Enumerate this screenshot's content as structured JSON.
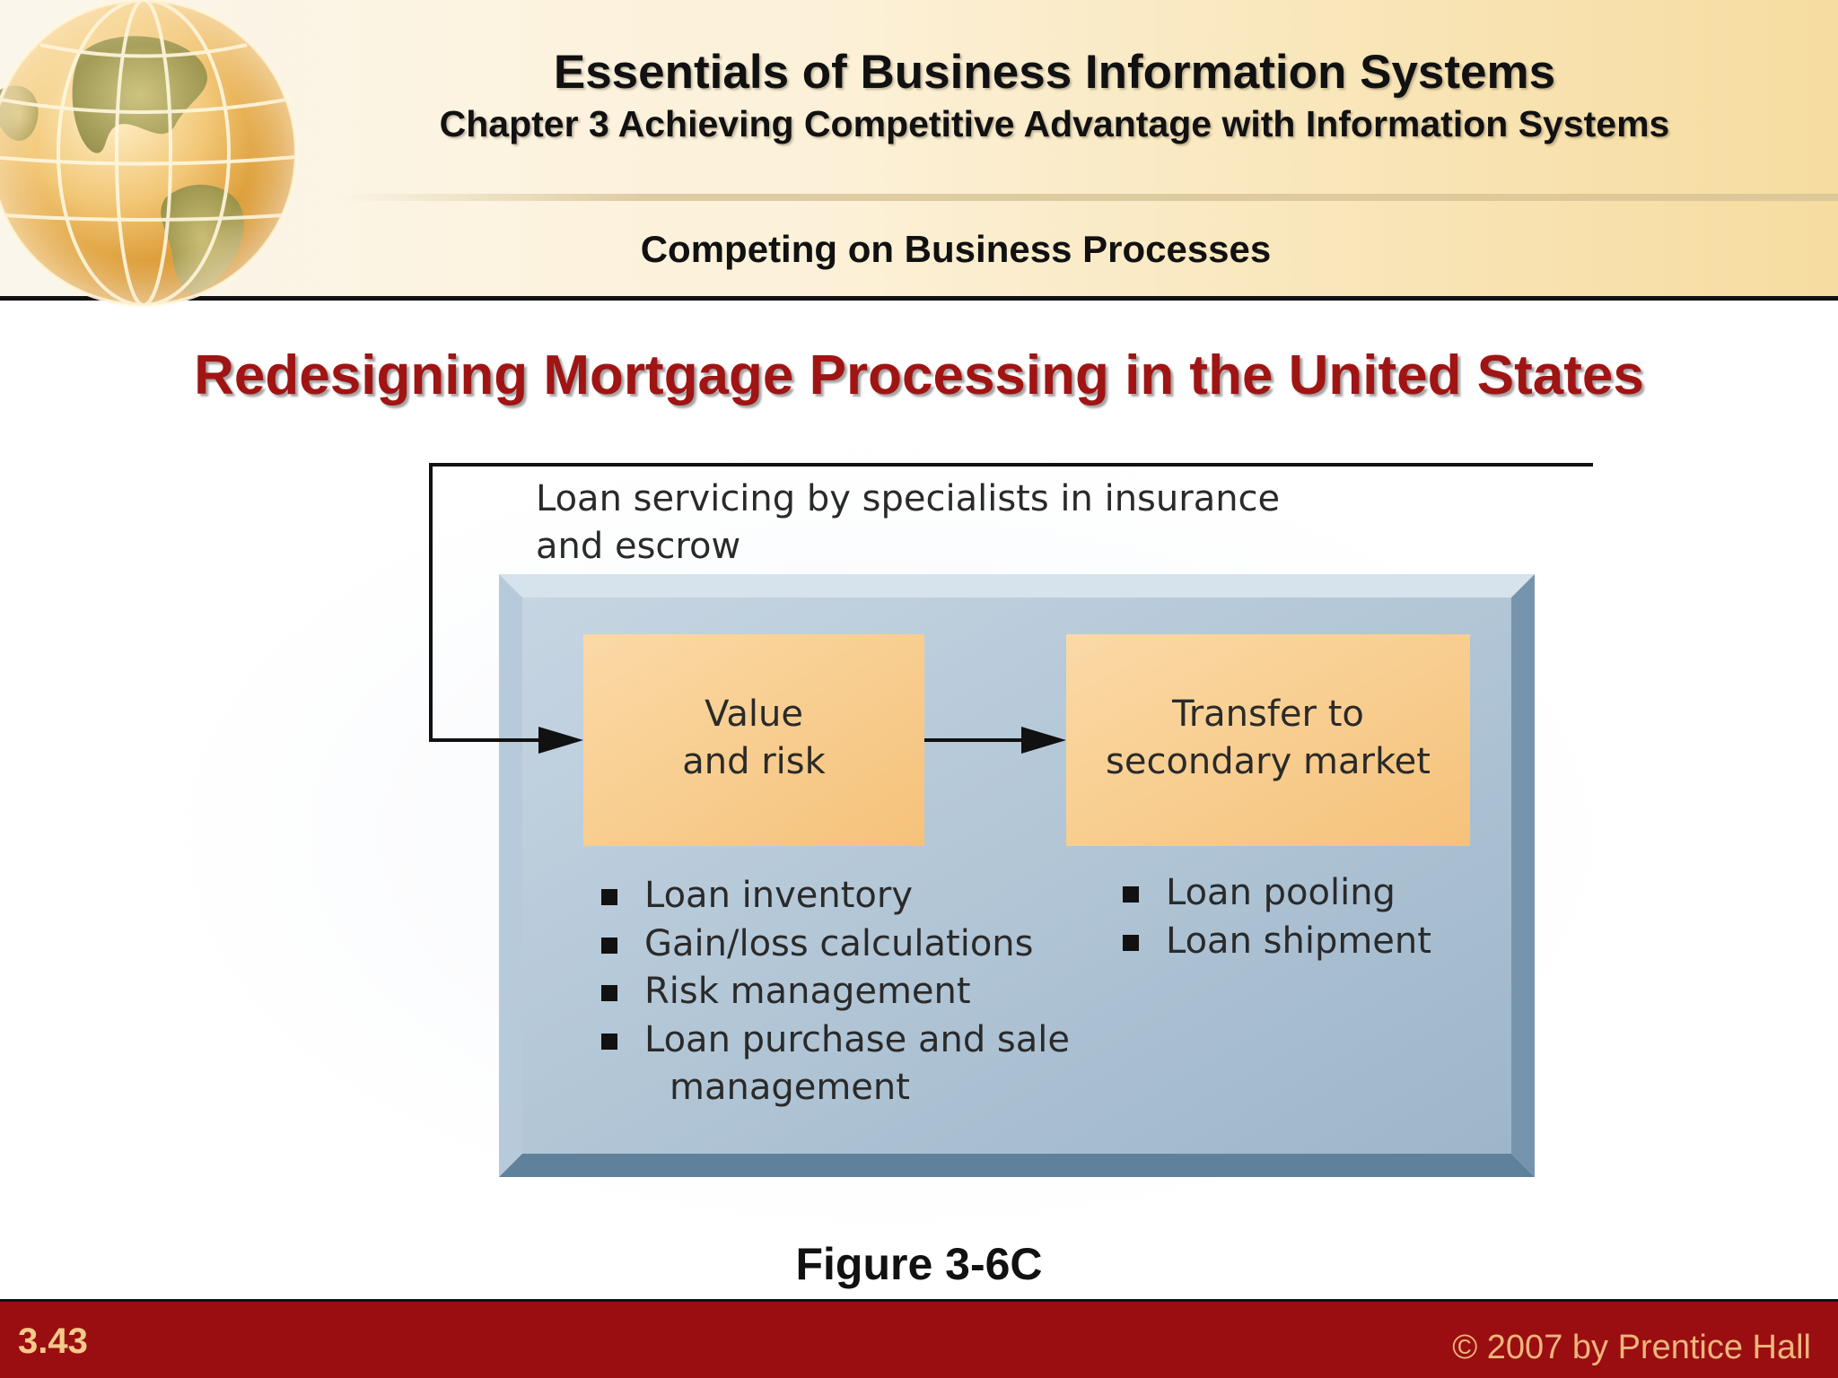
{
  "header": {
    "book_title": "Essentials of Business Information Systems",
    "chapter_title": "Chapter 3 Achieving Competitive Advantage with Information Systems",
    "section_title": "Competing on Business Processes"
  },
  "slide": {
    "title": "Redesigning Mortgage Processing in the United States",
    "caption": "Figure 3-6C"
  },
  "diagram": {
    "loop_label_line1": "Loan servicing by specialists in insurance",
    "loop_label_line2": "and escrow",
    "box1_line1": "Value",
    "box1_line2": "and risk",
    "box2_line1": "Transfer to",
    "box2_line2": "secondary market",
    "box1_bullets": [
      "Loan inventory",
      "Gain/loss calculations",
      "Risk management",
      "Loan purchase and sale"
    ],
    "box1_bullet4_cont": "management",
    "box2_bullets": [
      "Loan pooling",
      "Loan shipment"
    ],
    "colors": {
      "panel": "#a9c0d3",
      "panel_dark": "#5f819b",
      "process_box": "#f7c98a",
      "title_red": "#a01414",
      "footer": "#9a0e12"
    }
  },
  "footer": {
    "slide_number": "3.43",
    "copyright": "© 2007 by Prentice Hall"
  }
}
